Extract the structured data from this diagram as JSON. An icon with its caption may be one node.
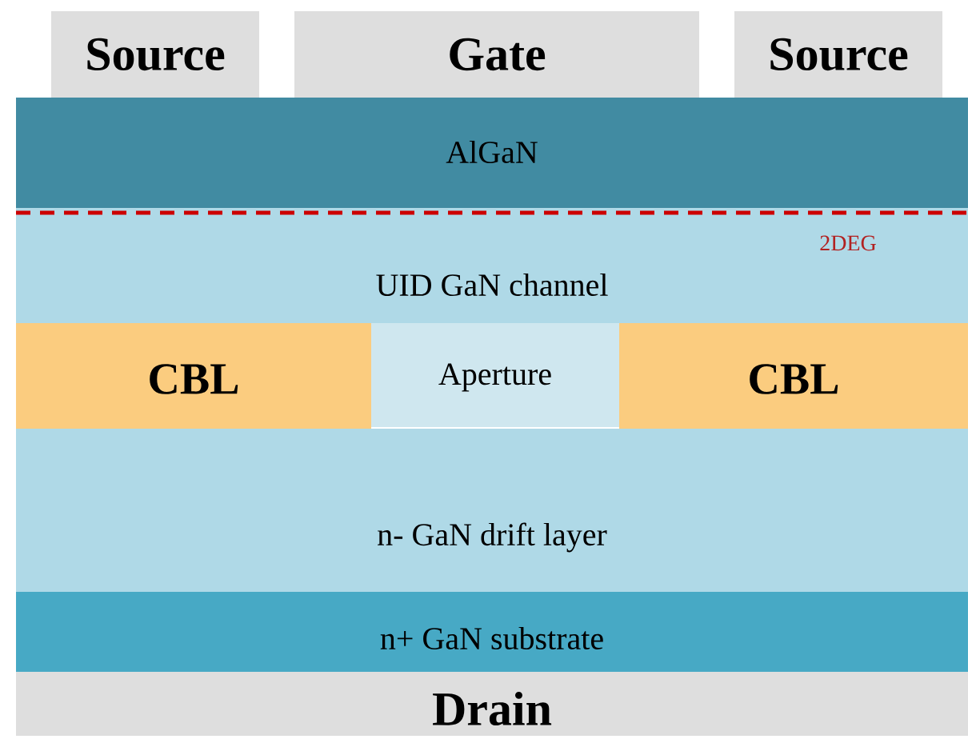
{
  "diagram": {
    "nodes": [
      {
        "text": [
          "Source"
        ]
      },
      {
        "text": [
          "Gate"
        ]
      },
      {
        "text": [
          "Source"
        ]
      },
      {
        "text": [
          "AlGaN"
        ]
      },
      {
        "text": [
          "UID GaN channel"
        ]
      },
      {
        "text": [
          "CBL"
        ]
      },
      {
        "text": [
          "Aperture"
        ]
      },
      {
        "text": [
          "CBL"
        ]
      },
      {
        "text": [
          "n- GaN drift layer"
        ]
      },
      {
        "text": [
          "n+ GaN substrate"
        ]
      },
      {
        "text": [
          "Drain"
        ]
      }
    ],
    "labels": [
      "2DEG"
    ]
  }
}
